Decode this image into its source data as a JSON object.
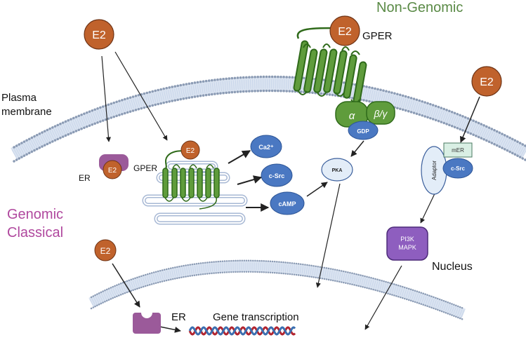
{
  "title": "Estrogen signaling: genomic and non-genomic pathways",
  "colors": {
    "e2_fill": "#c0622c",
    "e2_stroke": "#6e3315",
    "receptor_green": "#5f9c3c",
    "receptor_green_dark": "#2f6a1a",
    "protein_blue": "#4a78c2",
    "protein_blue_dark": "#2d5596",
    "pka_fill": "#e3edf8",
    "er_purple": "#9b5a9a",
    "kinase_purple": "#8e5ebf",
    "membrane_dot": "#8b9bb4",
    "membrane_tail": "#c5d2e6",
    "genomic_label": "#b0489e",
    "nongenomic_label": "#5a8a46",
    "dna_red": "#b22530",
    "dna_blue": "#3c6fb0",
    "mer_fill": "#d9efe4"
  },
  "labels": {
    "non_genomic": "Non-Genomic",
    "genomic_line1": "Genomic",
    "genomic_line2": "Classical",
    "plasma_line1": "Plasma",
    "plasma_line2": "membrane",
    "nucleus": "Nucleus",
    "gene_transcription": "Gene transcription"
  },
  "ligands": {
    "e2_top_left": "E2",
    "e2_gper_top": "E2",
    "e2_right": "E2",
    "e2_er_cytoplasm": "E2",
    "e2_gper_er": "E2",
    "e2_genomic": "E2"
  },
  "receptors": {
    "gper_top": "GPER",
    "gper_er": "GPER",
    "er_cytoplasm": "ER",
    "er_nucleus": "ER",
    "mer": "mER",
    "adaptor": "Adaptor"
  },
  "g_protein": {
    "alpha": "α",
    "beta_gamma": "β/γ",
    "gdp": "GDP"
  },
  "second_messengers": {
    "ca": "Ca2⁺",
    "csrc": "c-Src",
    "camp": "cAMP",
    "pka": "PKA",
    "csrc_right": "c-Src"
  },
  "kinases": {
    "line1": "PI3K",
    "line2": "MAPK"
  }
}
